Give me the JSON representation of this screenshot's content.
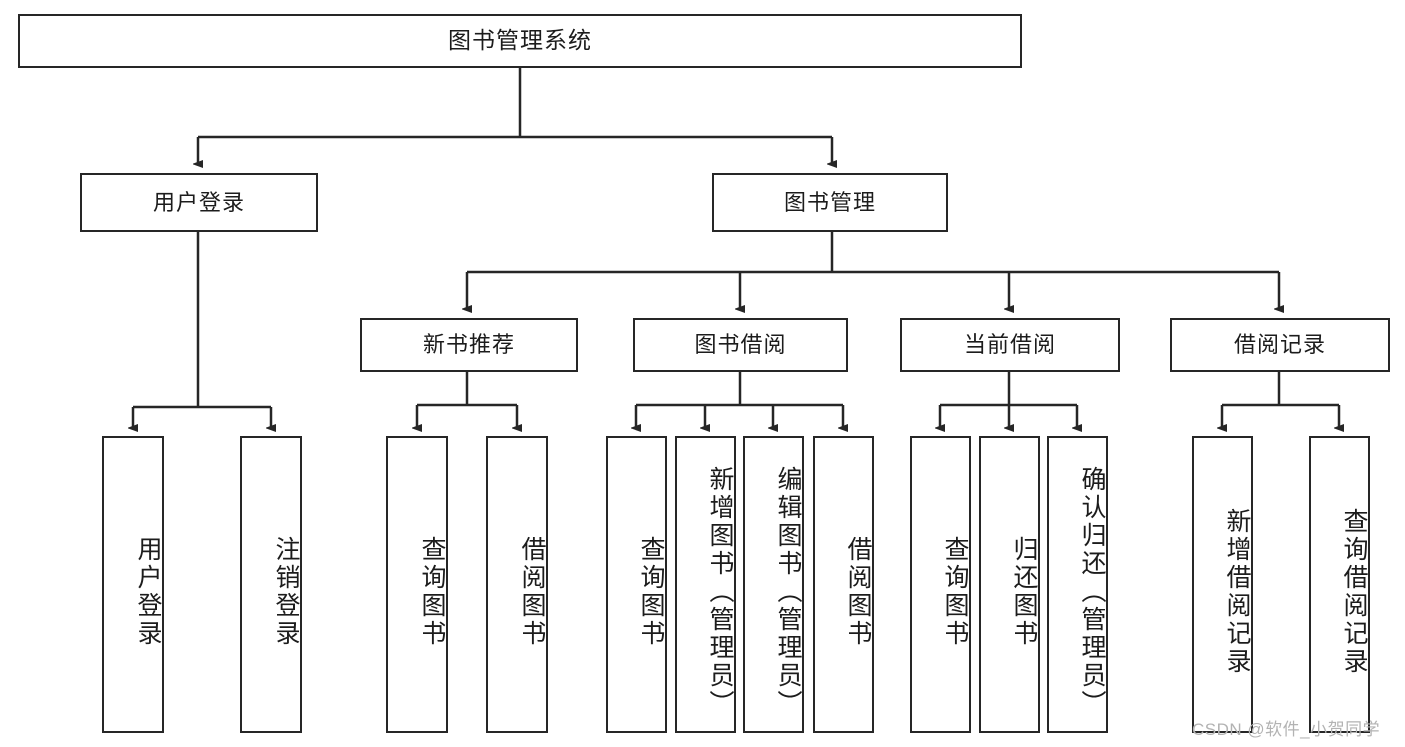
{
  "diagram": {
    "type": "tree-hierarchy",
    "title": "图书管理系统",
    "root": {
      "label": "图书管理系统"
    },
    "level2": [
      {
        "label": "用户登录"
      },
      {
        "label": "图书管理"
      }
    ],
    "level3": [
      {
        "label": "新书推荐"
      },
      {
        "label": "图书借阅"
      },
      {
        "label": "当前借阅"
      },
      {
        "label": "借阅记录"
      }
    ],
    "leaves": {
      "user_login": [
        {
          "label": "用户登录"
        },
        {
          "label": "注销登录"
        }
      ],
      "new_book_recommend": [
        {
          "label": "查询图书"
        },
        {
          "label": "借阅图书"
        }
      ],
      "book_borrow": [
        {
          "label": "查询图书"
        },
        {
          "label": "新增图书（管理员）"
        },
        {
          "label": "编辑图书（管理员）"
        },
        {
          "label": "借阅图书"
        }
      ],
      "current_borrow": [
        {
          "label": "查询图书"
        },
        {
          "label": "归还图书"
        },
        {
          "label": "确认归还（管理员）"
        }
      ],
      "borrow_record": [
        {
          "label": "新增借阅记录"
        },
        {
          "label": "查询借阅记录"
        }
      ]
    }
  },
  "watermark": {
    "text": "CSDN @软件_小贺同学"
  },
  "colors": {
    "stroke": "#262626",
    "background": "#ffffff",
    "text": "#1c1c1c",
    "watermark": "#b3b3b3"
  }
}
